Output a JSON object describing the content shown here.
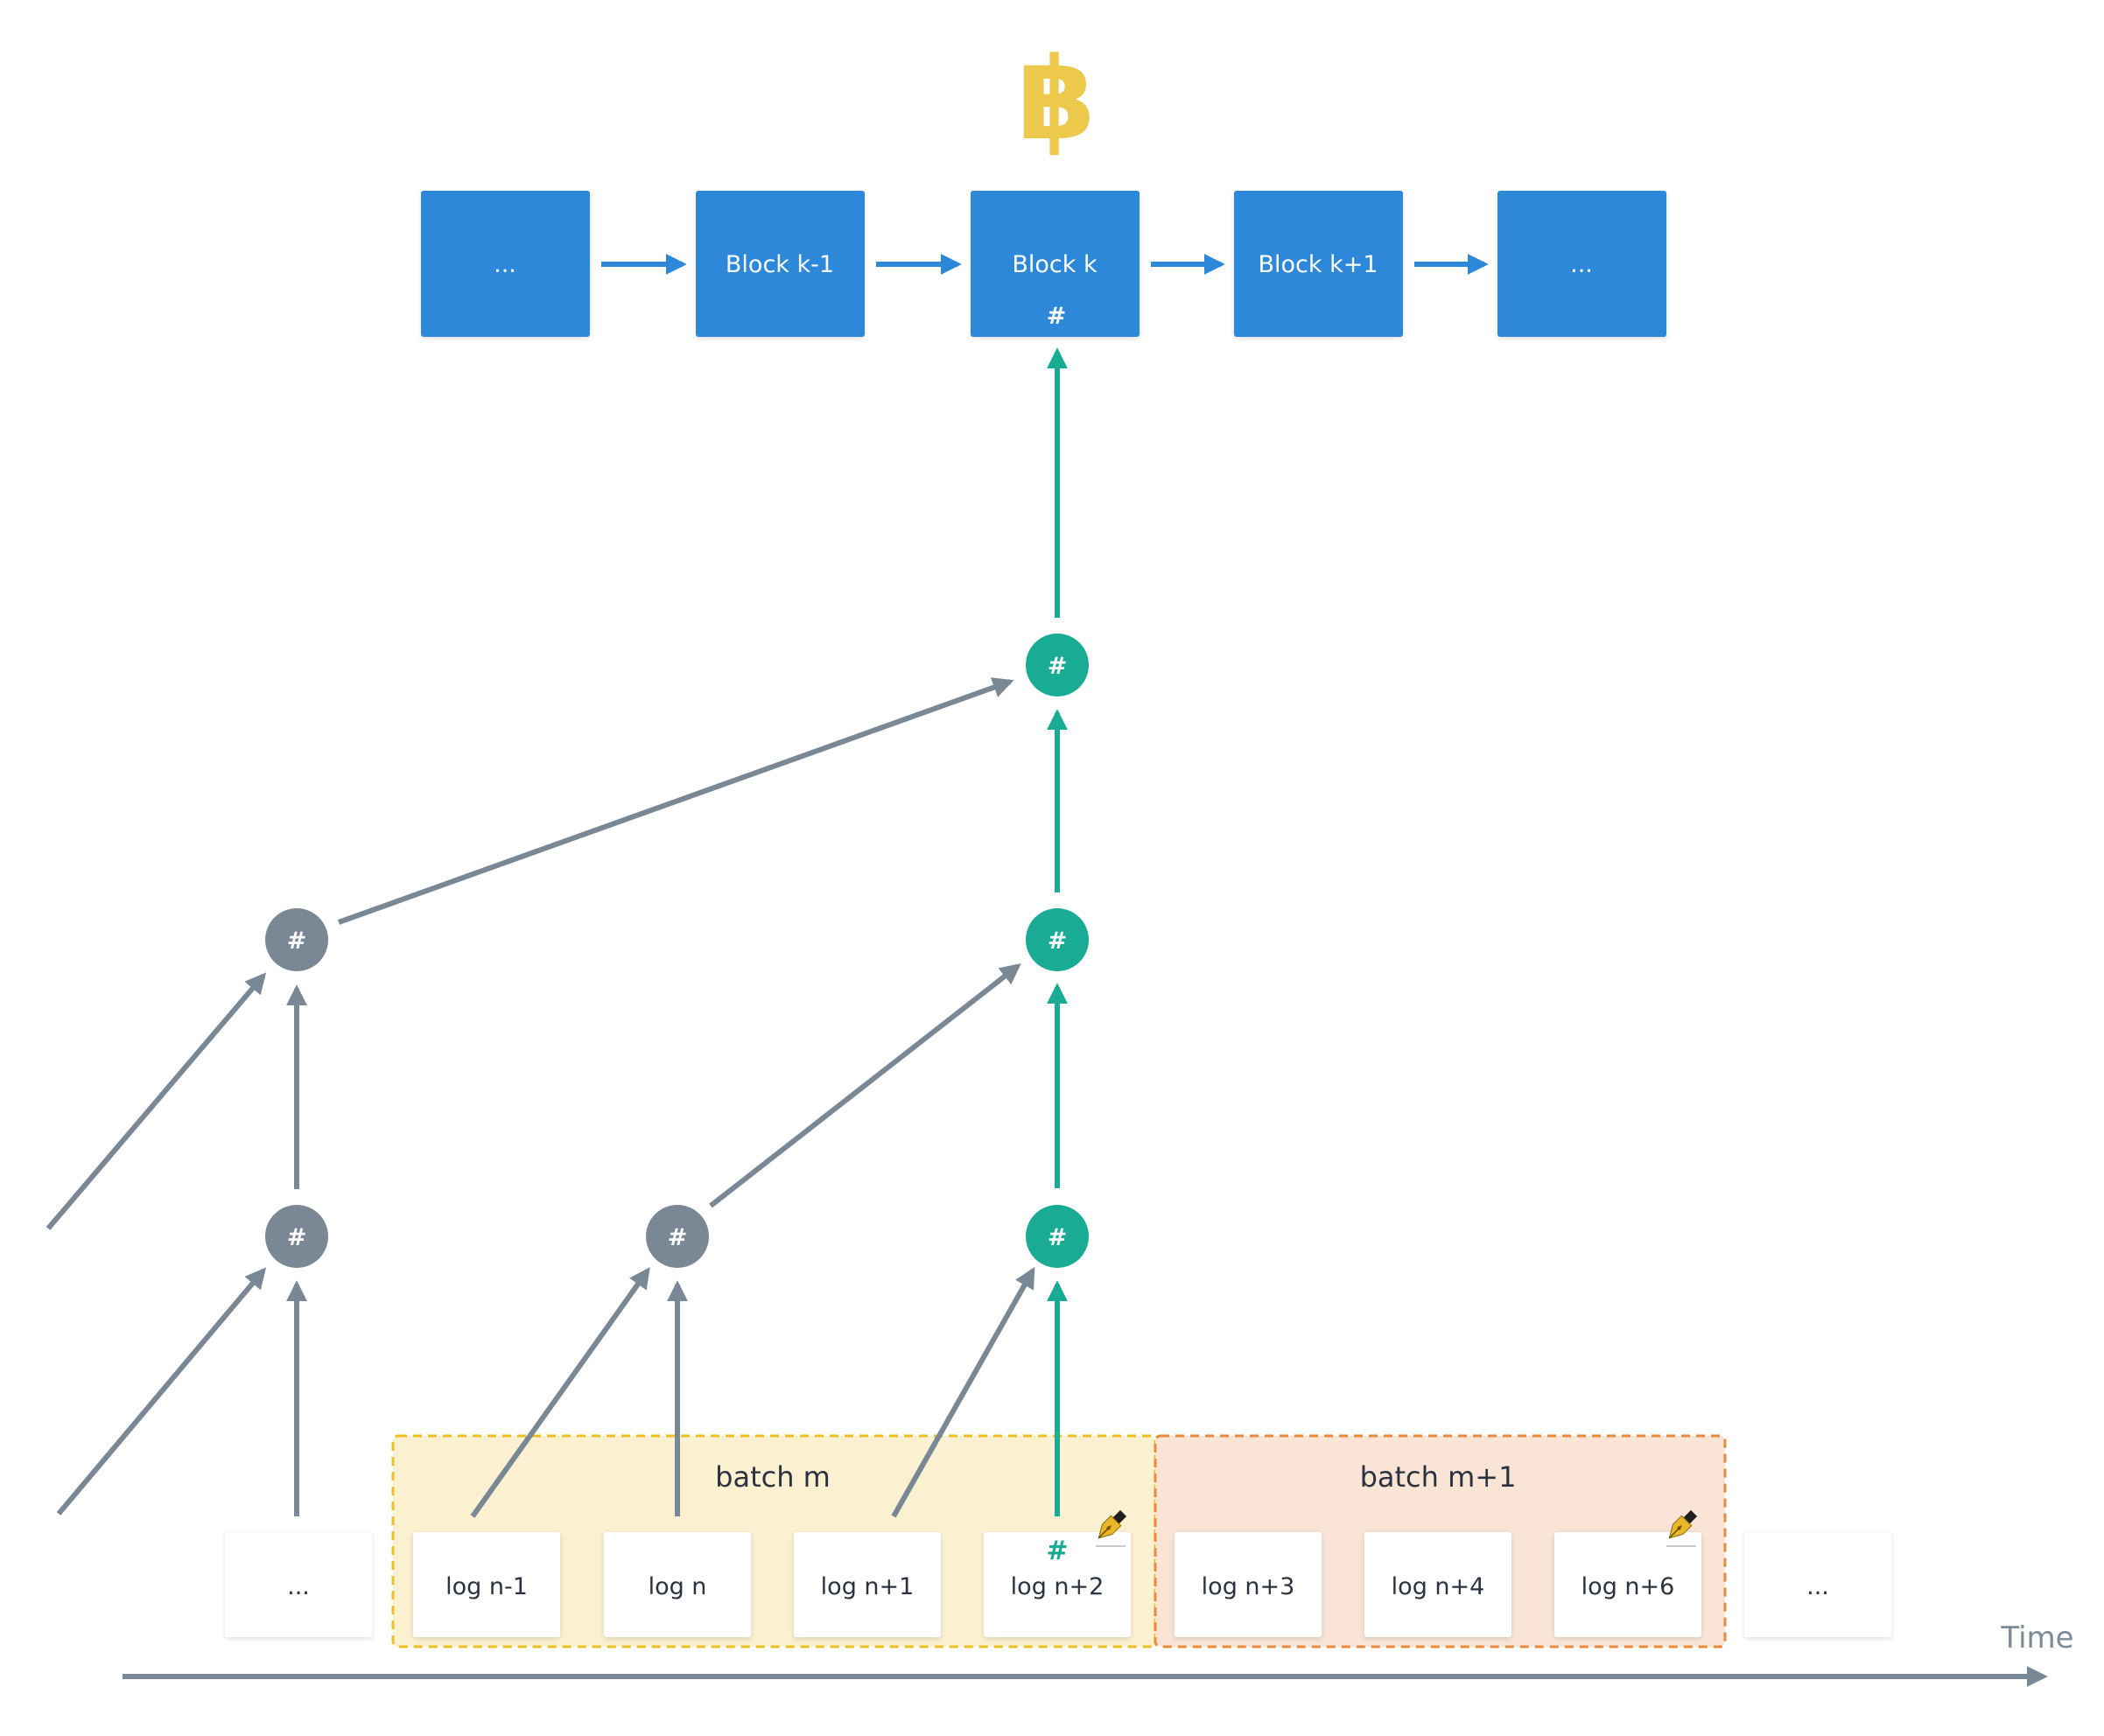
{
  "logo": {
    "symbol": "฿",
    "color": "#ecc94b",
    "icon": "bitcoin-icon"
  },
  "blockchain": {
    "color": "#2d88d9",
    "blocks": [
      {
        "label": "..."
      },
      {
        "label": "Block k-1"
      },
      {
        "label": "Block k",
        "hash": "#"
      },
      {
        "label": "Block k+1"
      },
      {
        "label": "..."
      }
    ]
  },
  "hash_symbol": "#",
  "nodes": {
    "gray_color": "#7a8794",
    "green_color": "#1aab94",
    "items": [
      {
        "label": "#",
        "state": "green"
      },
      {
        "label": "#",
        "state": "gray"
      },
      {
        "label": "#",
        "state": "green"
      },
      {
        "label": "#",
        "state": "gray"
      },
      {
        "label": "#",
        "state": "gray"
      },
      {
        "label": "#",
        "state": "green"
      }
    ]
  },
  "batches": [
    {
      "label": "batch m",
      "fill": "#fbf0cf",
      "border": "#ecc024"
    },
    {
      "label": "batch m+1",
      "fill": "#f9e4d6",
      "border": "#ea8a3a"
    }
  ],
  "logs": [
    {
      "label": "..."
    },
    {
      "label": "log n-1"
    },
    {
      "label": "log n"
    },
    {
      "label": "log n+1"
    },
    {
      "label": "log n+2",
      "mark": "#",
      "signed": true
    },
    {
      "label": "log n+3"
    },
    {
      "label": "log n+4"
    },
    {
      "label": "log n+6",
      "signed": true
    },
    {
      "label": "..."
    }
  ],
  "signature_icon": "fountain-pen-icon",
  "time_axis": {
    "label": "Time"
  }
}
